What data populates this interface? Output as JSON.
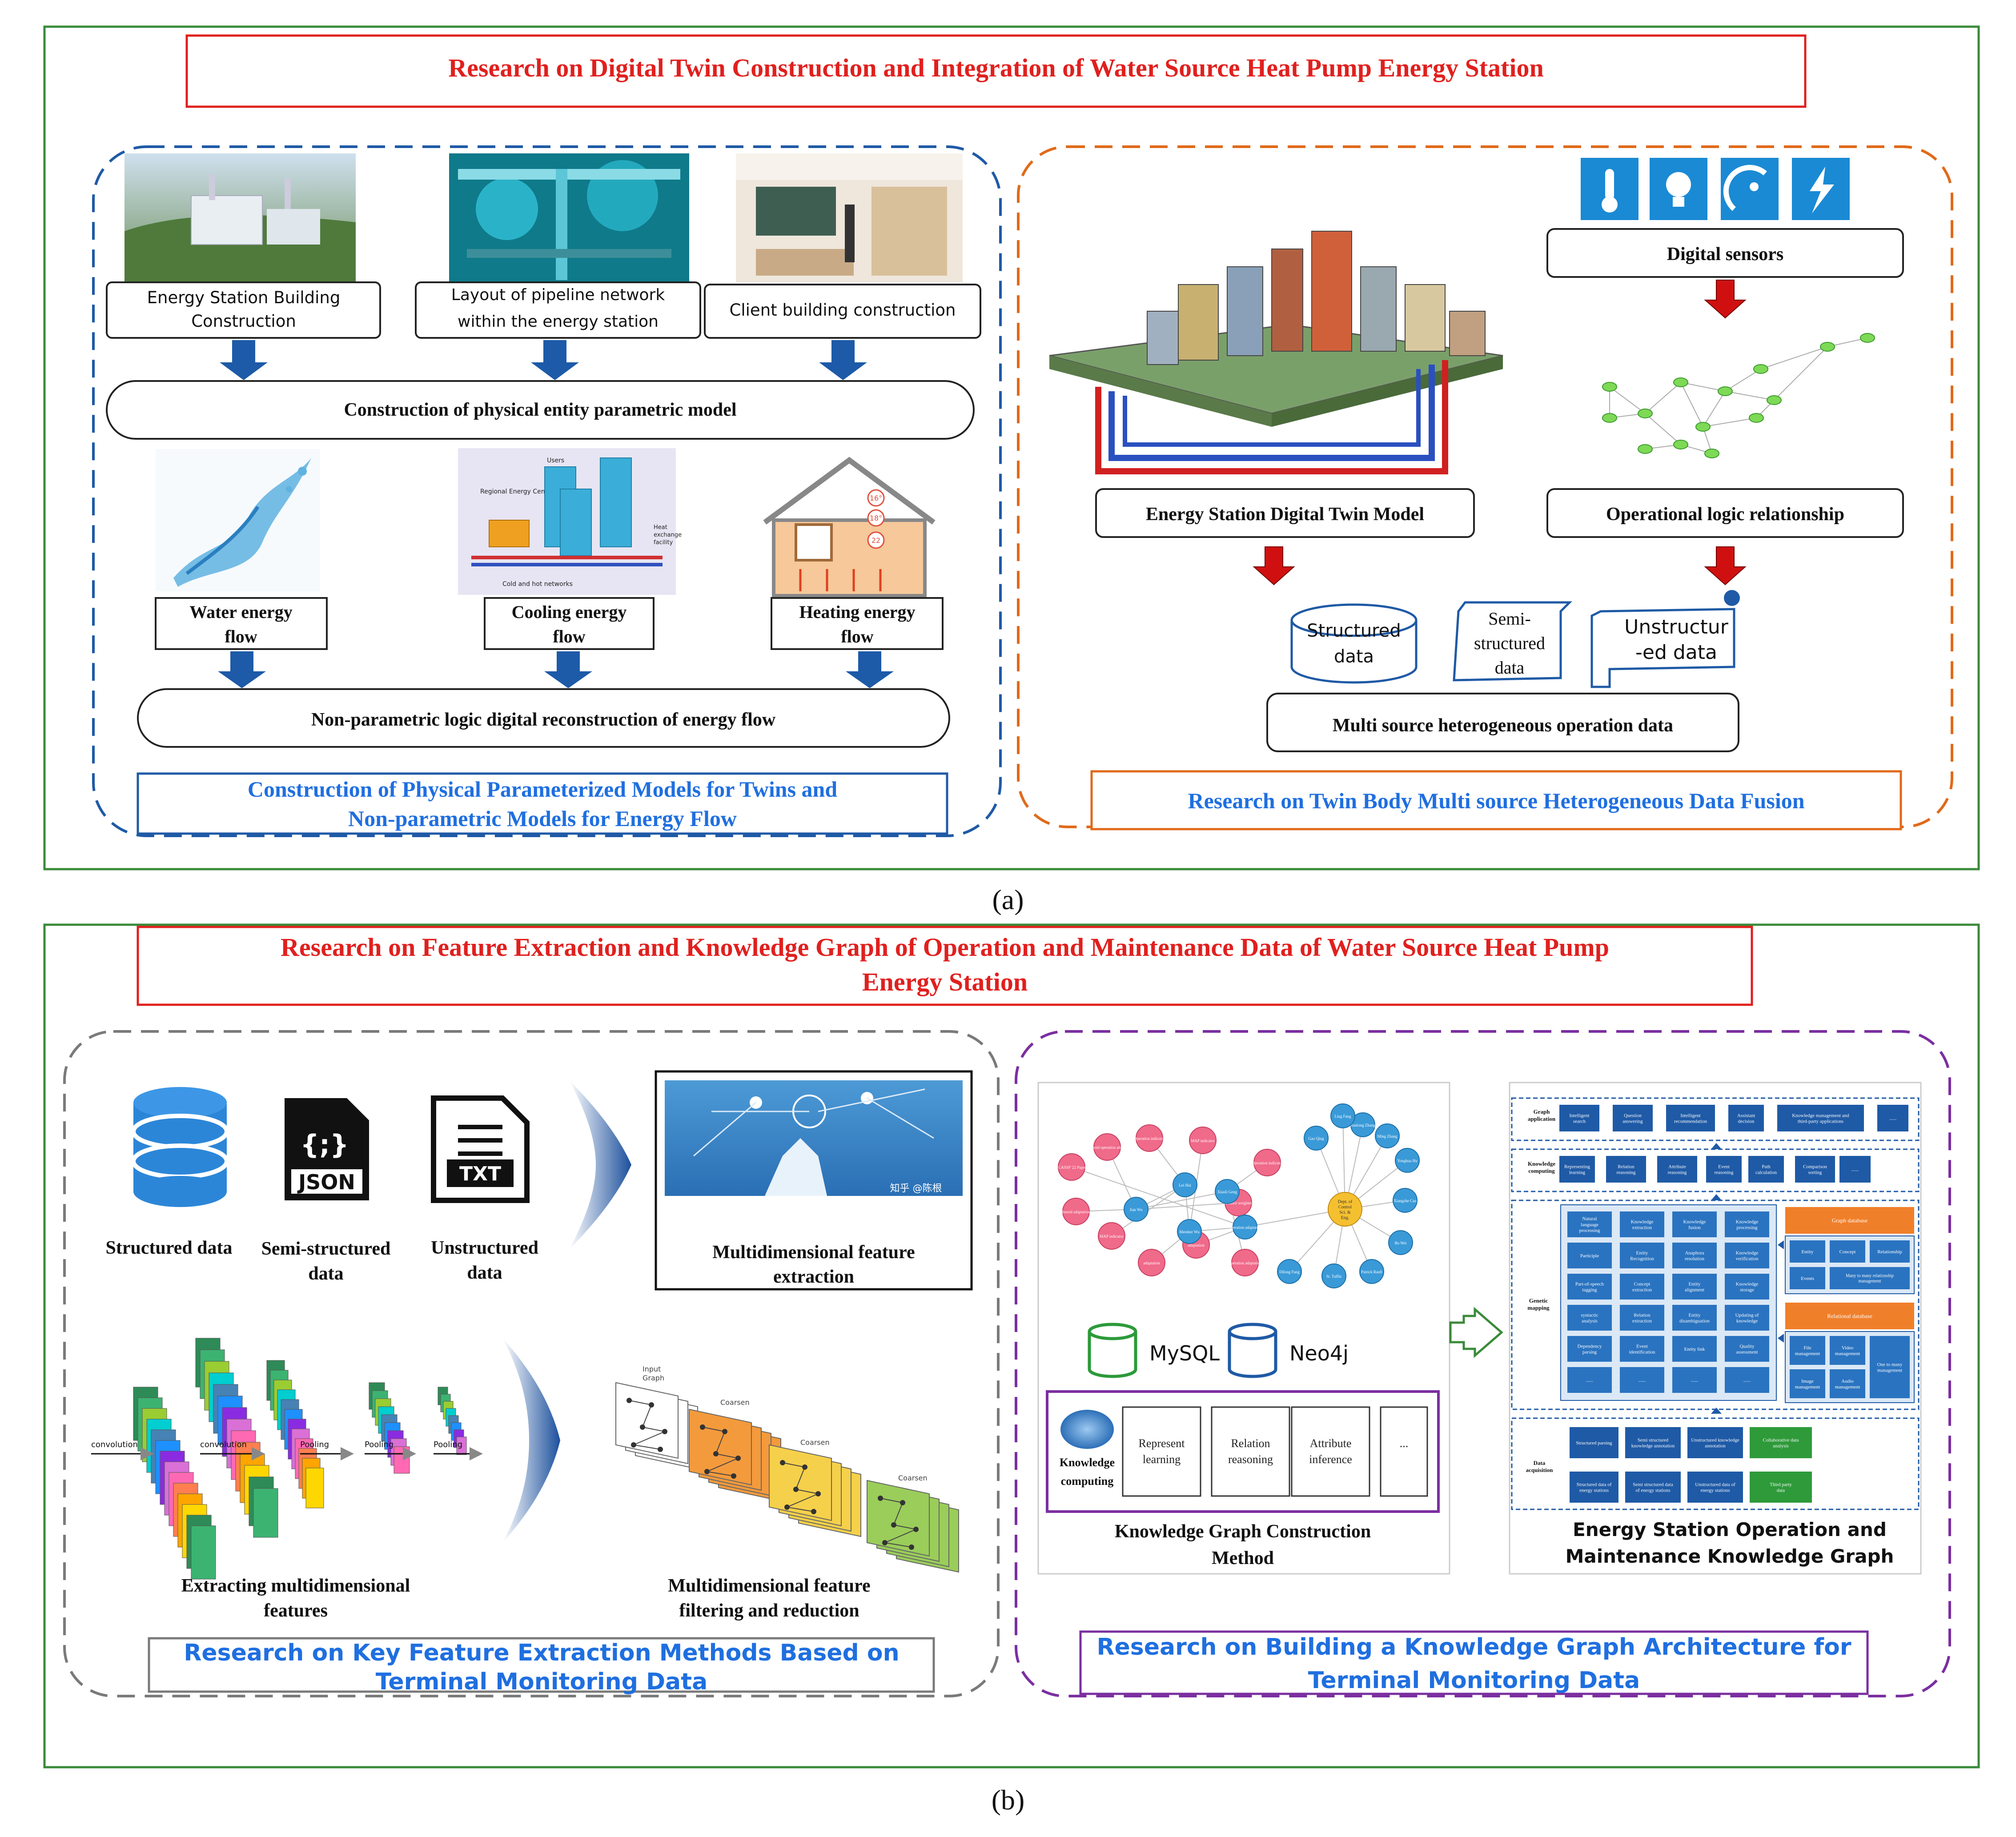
{
  "colors": {
    "panel_border": "#3a8a3a",
    "title_red": "#e0201e",
    "blue_dash": "#1f5aa6",
    "orange_dash": "#e06a1a",
    "gray_dash": "#7a7a7a",
    "purple_dash": "#7b2fa0",
    "arrow_blue": "#1d5aa8",
    "arrow_red": "#d01010",
    "caption_blue": "#1f6fe0"
  },
  "panel_a": {
    "title": "Research on Digital Twin Construction and Integration of Water Source Heat Pump Energy Station",
    "caption": "(a)",
    "left": {
      "box1": [
        "Energy Station Building",
        "Construction"
      ],
      "box2": [
        "Layout of pipeline network",
        "within the energy station"
      ],
      "box3": "Client building construction",
      "model": "Construction of physical entity parametric model",
      "flow1": [
        "Water energy",
        "flow"
      ],
      "flow2": [
        "Cooling energy",
        "flow"
      ],
      "flow3": [
        "Heating energy",
        "flow"
      ],
      "reconstruct": "Non-parametric logic digital reconstruction of energy flow",
      "footer": [
        "Construction of Physical Parameterized Models for Twins and",
        "Non-parametric Models for Energy Flow"
      ],
      "diagram_labels": {
        "users": "Users",
        "regional": "Regional Energy Center",
        "heat_ex": [
          "Heat",
          "exchange",
          "facility"
        ],
        "cold_hot": "Cold and hot networks"
      },
      "temps": [
        "16°",
        "18°",
        "22"
      ]
    },
    "right": {
      "sensors": "Digital sensors",
      "twin_model": "Energy Station Digital Twin Model",
      "logic": "Operational logic relationship",
      "structured": [
        "Structured",
        "data"
      ],
      "semi": [
        "Semi-",
        "structured",
        "data"
      ],
      "unstructured": [
        "Unstructur",
        "-ed data"
      ],
      "multi": "Multi source heterogeneous operation data",
      "footer": "Research on Twin Body Multi source Heterogeneous Data Fusion"
    }
  },
  "panel_b": {
    "title": [
      "Research on Feature Extraction and Knowledge Graph of Operation and Maintenance Data of Water Source Heat Pump",
      "Energy Station"
    ],
    "caption": "(b)",
    "left": {
      "structured": "Structured data",
      "semi": [
        "Semi-structured",
        "data"
      ],
      "unstructured": [
        "Unstructured",
        "data"
      ],
      "json": "JSON",
      "json_glyph": "{;}",
      "txt": "TXT",
      "mfe": [
        "Multidimensional feature",
        "extraction"
      ],
      "watermark": "知乎 @陈根",
      "cnn_labels": [
        "convolution",
        "convolution",
        "Pooling",
        "Pooling",
        "Pooling"
      ],
      "extract": [
        "Extracting multidimensional",
        "features"
      ],
      "filter": [
        "Multidimensional feature",
        "filtering and reduction"
      ],
      "gcn_labels": [
        "Input",
        "Graph",
        "Coarsen",
        "Coarsen",
        "Coarsen"
      ],
      "footer": [
        "Research on Key Feature Extraction Methods Based on",
        "Terminal Monitoring Data"
      ]
    },
    "right": {
      "mysql": "MySQL",
      "neo4j": "Neo4j",
      "kc_label": [
        "Knowledge",
        "computing"
      ],
      "methods": [
        [
          "Represent",
          "learning"
        ],
        [
          "Relation",
          "reasoning"
        ],
        [
          "Attribute",
          "inference"
        ],
        [
          "..."
        ]
      ],
      "kg_method": [
        "Knowledge Graph Construction",
        "Method"
      ],
      "kg_station": [
        "Energy Station Operation and",
        "Maintenance Knowledge Graph"
      ],
      "footer": [
        "Research on Building a Knowledge Graph Architecture for",
        "Terminal Monitoring Data"
      ],
      "arch": {
        "row1_label": [
          "Graph",
          "application"
        ],
        "row1": [
          [
            "Intelligent",
            "search"
          ],
          [
            "Question",
            "answering"
          ],
          [
            "Intelligent",
            "recommendation"
          ],
          [
            "Assistant",
            "decision"
          ],
          [
            "Knowledge management and",
            "third-party applications"
          ],
          [
            "......"
          ]
        ],
        "row2_label": [
          "Knowledge",
          "computing"
        ],
        "row2": [
          [
            "Representing",
            "learning"
          ],
          [
            "Relation",
            "reasoning"
          ],
          [
            "Attribute",
            "reasoning"
          ],
          [
            "Event",
            "reasoning"
          ],
          [
            "Path",
            "calculation"
          ],
          [
            "Comparison",
            "sorting"
          ],
          [
            "......"
          ]
        ],
        "mid_label": [
          "Genetic",
          "mapping"
        ],
        "cols": [
          [
            [
              "Natural",
              "language",
              "processing"
            ],
            [
              "Participle"
            ],
            [
              "Part-of-speech",
              "tagging"
            ],
            [
              "syntactic",
              "analysis"
            ],
            [
              "Dependency",
              "parsing"
            ],
            [
              "......"
            ]
          ],
          [
            [
              "Knowledge",
              "extraction"
            ],
            [
              "Entity",
              "Recognition"
            ],
            [
              "Concept",
              "extraction"
            ],
            [
              "Relation",
              "extraction"
            ],
            [
              "Event",
              "identification"
            ],
            [
              "......"
            ]
          ],
          [
            [
              "Knowledge",
              "fusion"
            ],
            [
              "Anaphora",
              "resolution"
            ],
            [
              "Entity",
              "alignment"
            ],
            [
              "Entity",
              "disambiguation"
            ],
            [
              "Entity link"
            ],
            [
              "......"
            ]
          ],
          [
            [
              "Knowledge",
              "processing"
            ],
            [
              "Knowledge",
              "verification"
            ],
            [
              "Knowledge",
              "storage"
            ],
            [
              "Updating of",
              "knowledge"
            ],
            [
              "Quality",
              "assessment"
            ],
            [
              "......"
            ]
          ]
        ],
        "graph_db": "Graph database",
        "graph_db_items": [
          "Entity",
          "Concept",
          "Relationship",
          "Events",
          "Many to many relationship management"
        ],
        "rel_db": "Relational database",
        "rel_db_items": [
          [
            "File",
            "management"
          ],
          [
            "Video",
            "management"
          ],
          [
            "One to many",
            "management"
          ],
          [
            "Image",
            "management"
          ],
          [
            "Audio",
            "management"
          ]
        ],
        "bot_label": [
          "Data",
          "acquisition"
        ],
        "bot1": [
          "Structured parsing",
          "Semi structured knowledge annotation",
          "Unstructured knowledge annotation",
          "Collaborative data analysis"
        ],
        "bot2": [
          "Structured data of energy stations",
          "Semi structured data of energy stations",
          "Unstructured data of energy stations",
          "Third party data"
        ]
      },
      "kg_nodes_pink": [
        "Innoid operation adapt",
        "Operation indicator",
        "MAP indicator",
        "ICASSP '22 Paper",
        "Operation indicator",
        "Innoid adaptation",
        "MAP indicator",
        "adaptation",
        "adaptation",
        "Operation adaptation",
        "distance weighted"
      ],
      "kg_nodes_blue": [
        "Jian Wu",
        "Lei Hai",
        "Member Wu",
        "Operation adaptation",
        "Xiaoli Geng",
        "Ming Zhang",
        "Jianlong Zhang",
        "Ling Fang",
        "Gao Qing",
        "Yonghua Hu",
        "Xiangzhe Cao",
        "Bo Wei",
        "Patrick Ranft",
        "St. Tuffin",
        "Dilong Fang"
      ],
      "kg_center": [
        "Dept. of",
        "Control",
        "Sci. &",
        "Eng."
      ]
    }
  }
}
